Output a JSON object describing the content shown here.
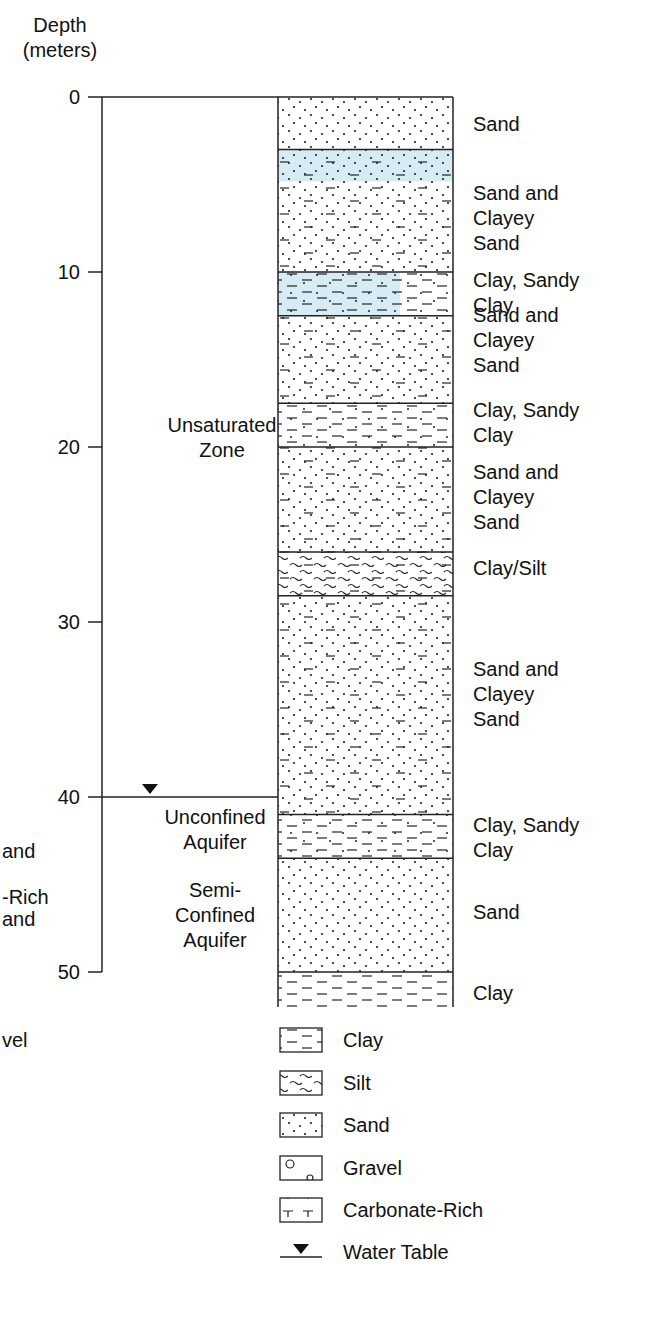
{
  "diagram": {
    "labels": [
      "Depth (meters)",
      "0",
      "10",
      "20",
      "30",
      "40",
      "50",
      "Unsaturated Zone",
      "Unconfined Aquifer",
      "Semi-Confined Aquifer",
      "Sand",
      "Sand and Clayey Sand",
      "Clay, Sandy Clay",
      "Sand and Clayey Sand",
      "Clay, Sandy Clay",
      "Sand and Clayey Sand",
      "Clay/Silt",
      "Sand and Clayey Sand",
      "Clay, Sandy Clay",
      "Sand",
      "Clay",
      "and",
      "-Rich",
      "and",
      "vel"
    ],
    "legend": [
      {
        "text": "Clay"
      },
      {
        "text": "Silt"
      },
      {
        "text": "Sand"
      },
      {
        "text": "Gravel"
      },
      {
        "text": "Carbonate-Rich"
      },
      {
        "text": "Water Table"
      }
    ]
  }
}
